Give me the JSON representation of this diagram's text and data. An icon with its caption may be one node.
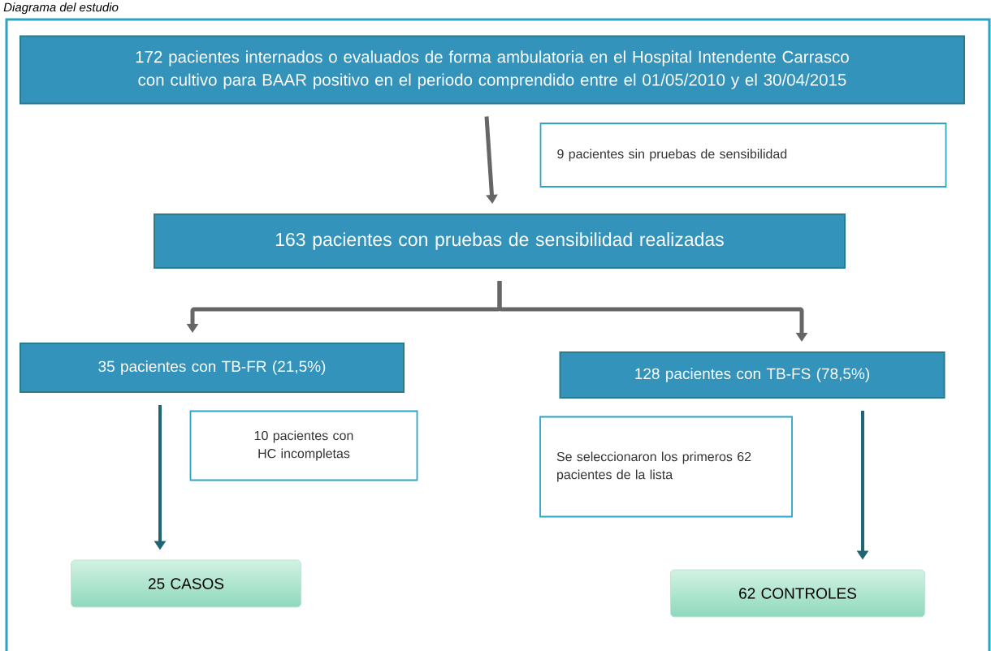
{
  "diagram": {
    "title": "Diagrama del estudio",
    "nodes": [
      {
        "text": [
          "172 pacientes internados o evaluados de forma ambulatoria en el Hospital Intendente Carrasco con cultivo para BAAR positivo en el periodo comprendido entre el 01/05/2010 y el 30/04/2015"
        ]
      },
      {
        "text": [
          "9 pacientes sin pruebas de sensibilidad"
        ]
      },
      {
        "text": [
          "163 pacientes con pruebas de sensibilidad realizadas"
        ]
      },
      {
        "text": [
          "35 pacientes con TB-FR (21,5%)"
        ]
      },
      {
        "text": [
          "128 pacientes con TB-FS (78,5%)"
        ]
      },
      {
        "text": [
          "10 pacientes con HC incompletas"
        ]
      },
      {
        "text": [
          "Se seleccionaron los primeros 62 pacientes de la lista"
        ]
      },
      {
        "text": [
          "25 CASOS"
        ]
      },
      {
        "text": [
          "62 CONTROLES"
        ]
      }
    ],
    "edges": [
      {
        "from": 0,
        "to": 2,
        "arrow": "to"
      },
      {
        "from": 2,
        "to": 3,
        "arrow": "to"
      },
      {
        "from": 2,
        "to": 4,
        "arrow": "to"
      },
      {
        "from": 3,
        "to": 7,
        "arrow": "to",
        "color": "#1f6672"
      },
      {
        "from": 4,
        "to": 8,
        "arrow": "to",
        "color": "#1f6672"
      }
    ]
  }
}
